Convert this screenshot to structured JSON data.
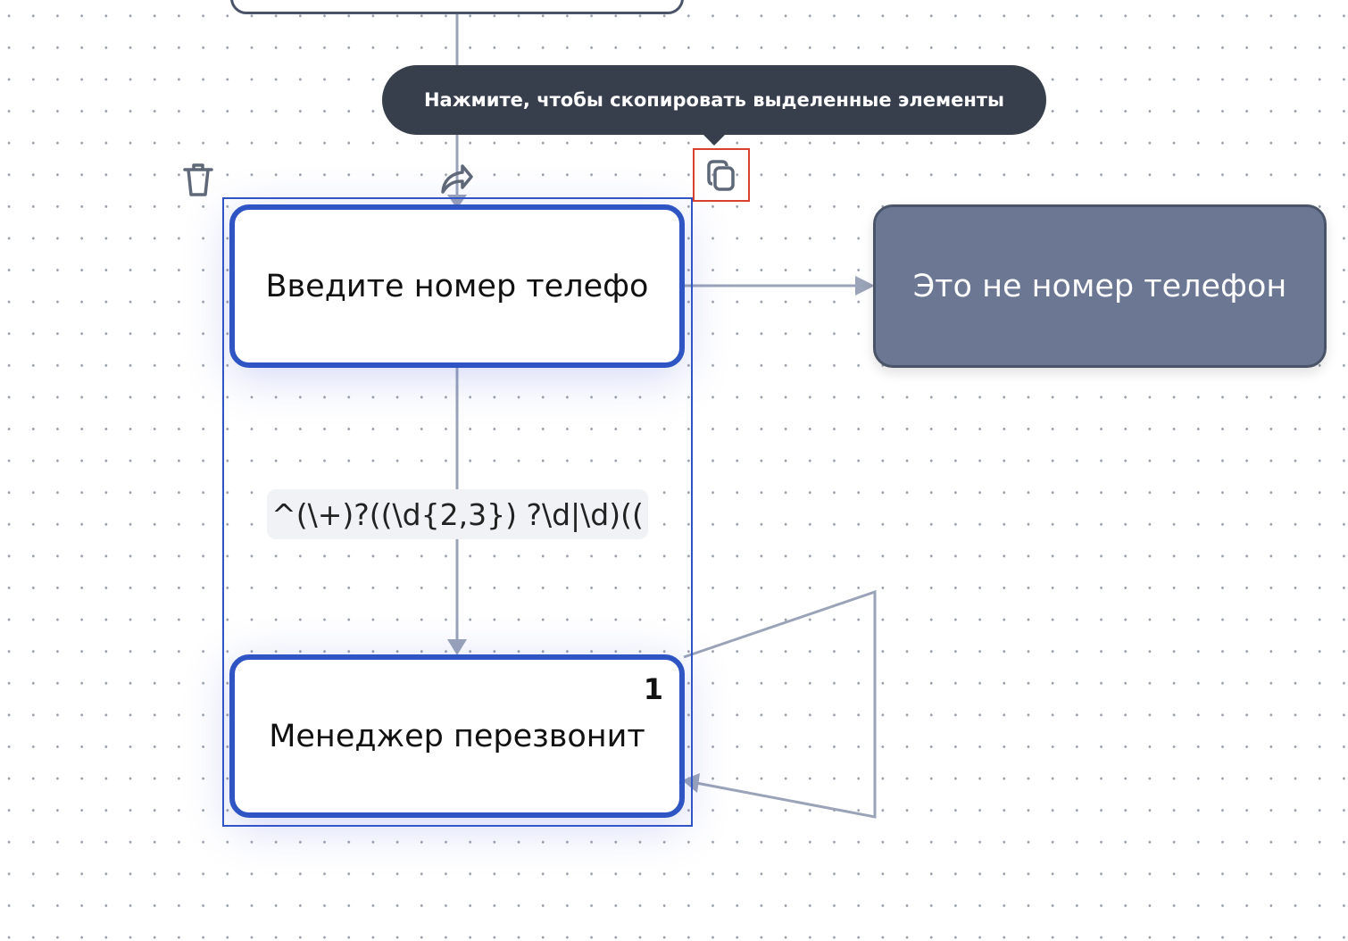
{
  "tooltip": "Нажмите, чтобы скопировать выделенные элементы",
  "nodes": {
    "n1": "Введите номер телефо",
    "n2": "Это не номер телефон",
    "n3": "Менеджер перезвонит",
    "n3_badge": "1"
  },
  "edge_label": "^(\\+)?((\\d{2,3}) ?\\d|\\d)((",
  "colors": {
    "selection": "#2f55c5",
    "edge": "#9aa3b8",
    "node_dark": "#6c7893",
    "tooltip": "#373e4c",
    "highlight": "#d9412f"
  }
}
